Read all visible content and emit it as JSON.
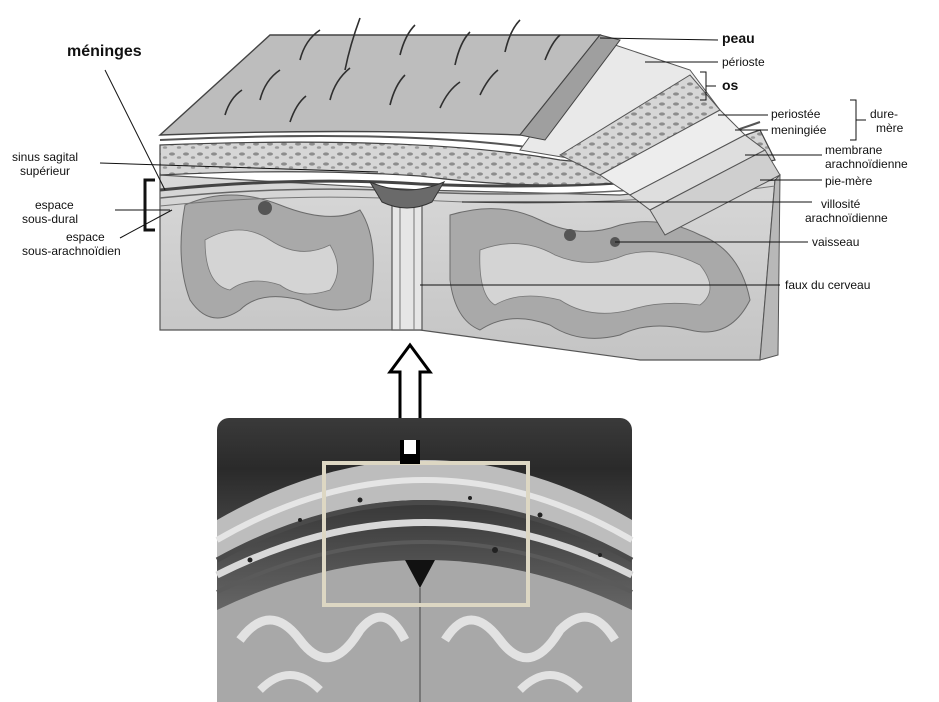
{
  "labels": {
    "meninges": "méninges",
    "peau": "peau",
    "perioste": "périoste",
    "os": "os",
    "periostee": "periostée",
    "meningiee": "meningiée",
    "dure_mere_1": "dure-",
    "dure_mere_2": "mère",
    "membrane_1": "membrane",
    "membrane_2": "arachnoïdienne",
    "pie_mere": "pie-mère",
    "villosite_1": "villosité",
    "villosite_2": "arachnoïdienne",
    "vaisseau": "vaisseau",
    "faux": "faux du cerveau",
    "sinus_1": "sinus sagital",
    "sinus_2": "supérieur",
    "espace_dural_1": "espace",
    "espace_dural_2": "sous-dural",
    "espace_arach_1": "espace",
    "espace_arach_2": "sous-arachnoïdien"
  },
  "colors": {
    "skin": "#b9b9b9",
    "bone": "#d9d9d9",
    "cortex": "#a8a8a8",
    "white_matter": "#d2d2d2",
    "mri_bg": "#2b2b2b",
    "box": "#ddd7c3"
  }
}
